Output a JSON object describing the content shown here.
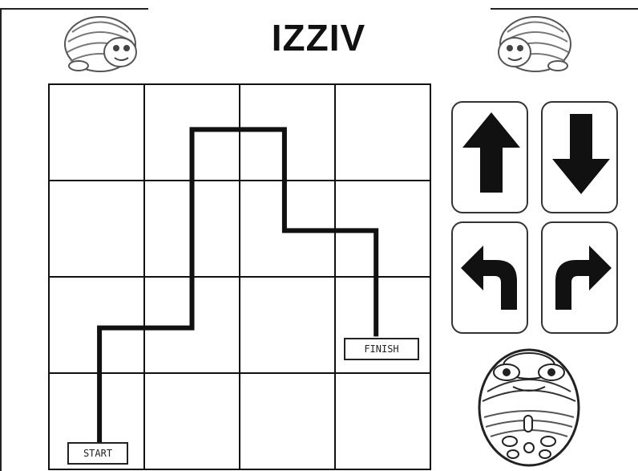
{
  "title": "IZZIV",
  "grid": {
    "rows": 4,
    "cols": 4
  },
  "labels": {
    "start": "START",
    "finish": "FINISH"
  },
  "path": [
    [
      0,
      3
    ],
    [
      0,
      2
    ],
    [
      1,
      2
    ],
    [
      1,
      0
    ],
    [
      2,
      0
    ],
    [
      2,
      1
    ],
    [
      3,
      1
    ],
    [
      3,
      2
    ]
  ],
  "commands": [
    {
      "name": "forward-arrow-icon"
    },
    {
      "name": "backward-arrow-icon"
    },
    {
      "name": "turn-left-arrow-icon"
    },
    {
      "name": "turn-right-arrow-icon"
    }
  ],
  "colors": {
    "line": "#111111",
    "background": "#ffffff"
  }
}
